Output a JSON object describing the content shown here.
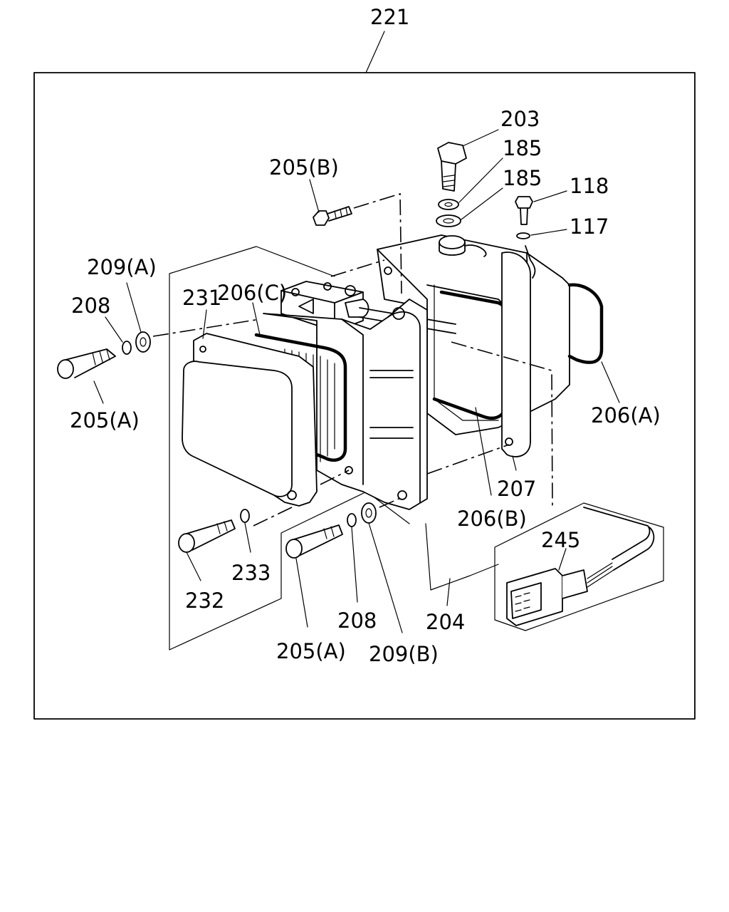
{
  "labels": {
    "assembly": "221",
    "p203": "203",
    "p185a": "185",
    "p185b": "185",
    "p118": "118",
    "p117": "117",
    "p205b": "205(B)",
    "p209a": "209(A)",
    "p206c": "206(C)",
    "p231": "231",
    "p208a": "208",
    "p205a_left": "205(A)",
    "p206a": "206(A)",
    "p207": "207",
    "p206b": "206(B)",
    "p245": "245",
    "p233": "233",
    "p232": "232",
    "p208b": "208",
    "p204": "204",
    "p205a_bottom": "205(A)",
    "p209b": "209(B)"
  }
}
